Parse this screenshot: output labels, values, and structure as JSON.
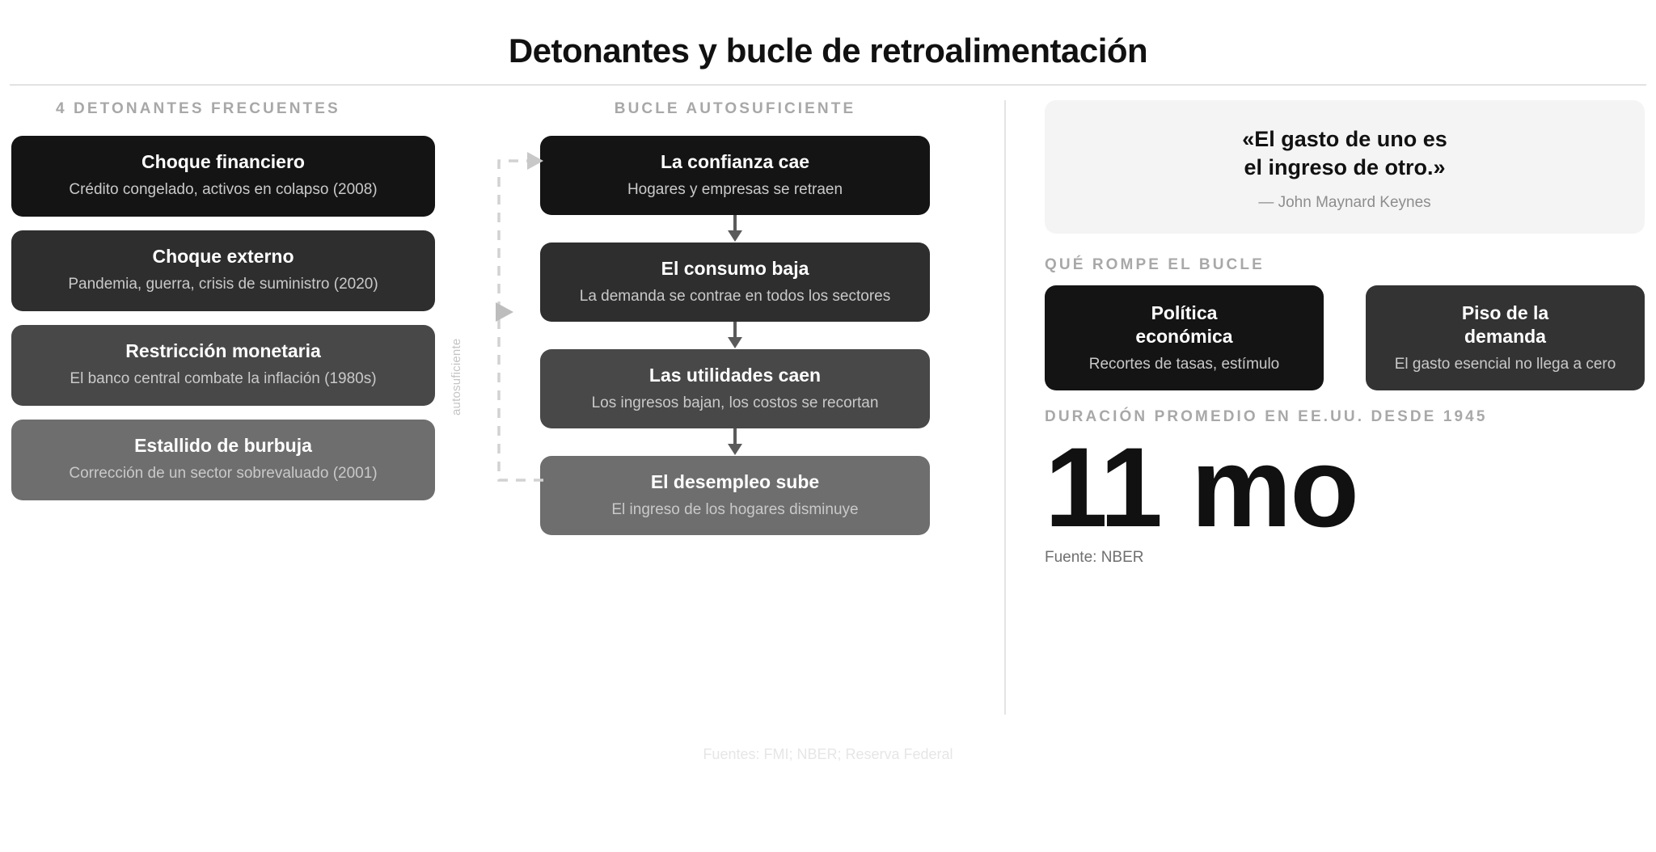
{
  "header": {
    "title": "Detonantes y bucle de retroalimentación"
  },
  "triggers": {
    "section_label": "4 detonantes frecuentes",
    "cards": [
      {
        "title": "Choque financiero",
        "subtitle": "Crédito congelado, activos en colapso (2008)",
        "color": "#141414"
      },
      {
        "title": "Choque externo",
        "subtitle": "Pandemia, guerra, crisis de suministro (2020)",
        "color": "#2e2e2e"
      },
      {
        "title": "Restricción monetaria",
        "subtitle": "El banco central combate la inflación (1980s)",
        "color": "#484848"
      },
      {
        "title": "Estallido de burbuja",
        "subtitle": "Corrección de un sector sobrevaluado (2001)",
        "color": "#6e6e6e"
      }
    ]
  },
  "loop": {
    "section_label": "Bucle autosuficiente",
    "loop_label": "autosuficiente",
    "steps": [
      {
        "title": "La confianza cae",
        "subtitle": "Hogares y empresas se retraen",
        "color": "#141414"
      },
      {
        "title": "El consumo baja",
        "subtitle": "La demanda se contrae en todos los sectores",
        "color": "#2e2e2e"
      },
      {
        "title": "Las utilidades caen",
        "subtitle": "Los ingresos bajan, los costos se recortan",
        "color": "#484848"
      },
      {
        "title": "El desempleo sube",
        "subtitle": "El ingreso de los hogares disminuye",
        "color": "#6e6e6e"
      }
    ]
  },
  "aside": {
    "quote": {
      "line1": "«El gasto de uno es",
      "line2": "el ingreso de otro.»",
      "attribution": "— John Maynard Keynes"
    },
    "breakers": {
      "section_label": "Qué rompe el bucle",
      "cards": [
        {
          "title_line1": "Política",
          "title_line2": "económica",
          "subtitle": "Recortes de tasas, estímulo",
          "color": "#141414"
        },
        {
          "title_line1": "Piso de la",
          "title_line2": "demanda",
          "subtitle": "El gasto esencial no llega a cero",
          "color": "#333333"
        }
      ]
    },
    "stat": {
      "label": "Duración promedio en EE.UU. desde 1945",
      "value": "11 mo",
      "source": "Fuente: NBER"
    }
  },
  "footer": {
    "sources": "Fuentes: FMI; NBER; Reserva Federal"
  }
}
